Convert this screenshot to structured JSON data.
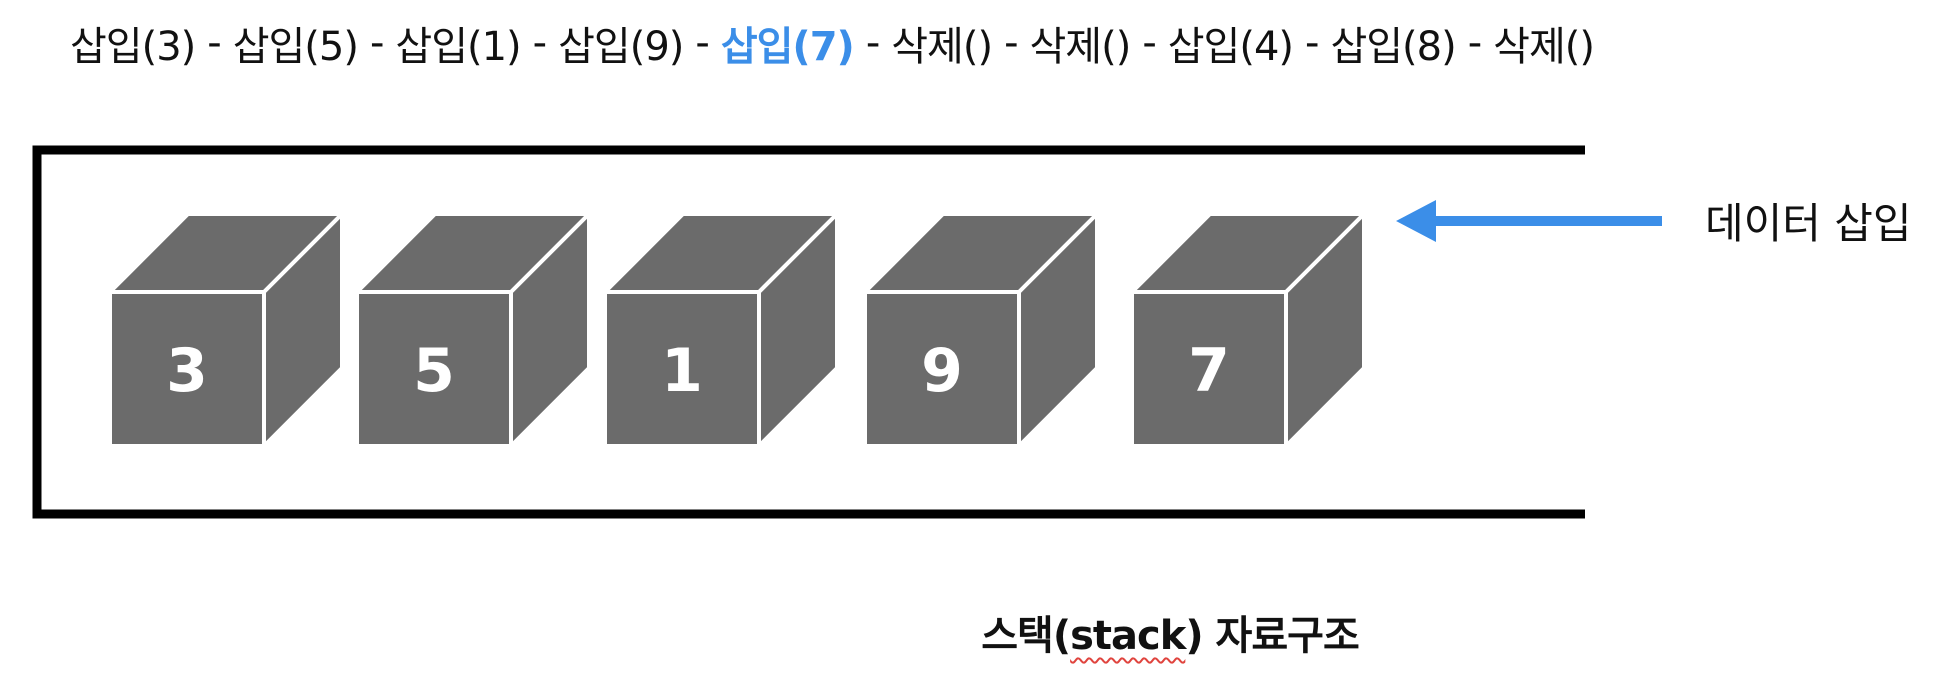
{
  "operations": [
    {
      "label": "삽입(3)",
      "active": false
    },
    {
      "label": "삽입(5)",
      "active": false
    },
    {
      "label": "삽입(1)",
      "active": false
    },
    {
      "label": "삽입(9)",
      "active": false
    },
    {
      "label": "삽입(7)",
      "active": true
    },
    {
      "label": "삭제()",
      "active": false
    },
    {
      "label": "삭제()",
      "active": false
    },
    {
      "label": "삽입(4)",
      "active": false
    },
    {
      "label": "삽입(8)",
      "active": false
    },
    {
      "label": "삭제()",
      "active": false
    }
  ],
  "separator": "-",
  "stack_items": [
    "3",
    "5",
    "1",
    "9",
    "7"
  ],
  "insert_label": "데이터 삽입",
  "caption": {
    "before": "스택(",
    "word": "stack",
    "after": ") 자료구조"
  },
  "colors": {
    "box": "#6b6b6b",
    "box_edge": "#ffffff",
    "frame": "#000000",
    "arrow": "#3b8ee8",
    "active_op": "#3b8ee8"
  }
}
